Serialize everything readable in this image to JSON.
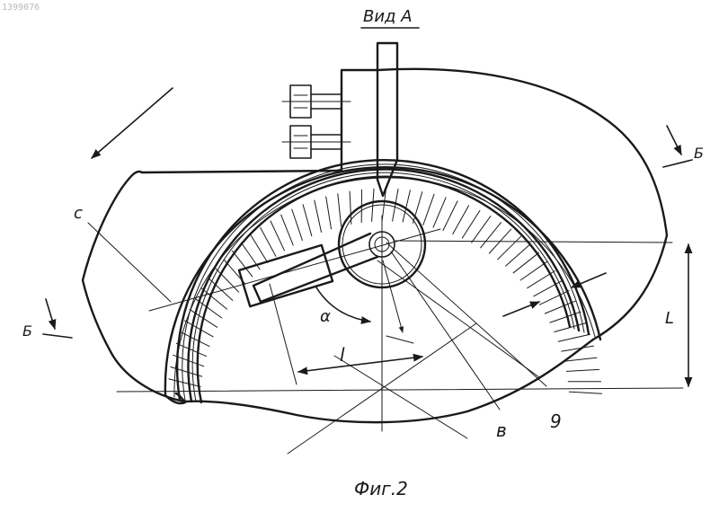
{
  "doc_number": "1399076",
  "view_title": "Вид А",
  "figure_caption": "Фиг.2",
  "labels": {
    "section_top": "Б",
    "section_left": "Б",
    "c": "с",
    "alpha": "α",
    "l_small": "l",
    "L_big": "L",
    "b": "в",
    "nine": "9"
  }
}
